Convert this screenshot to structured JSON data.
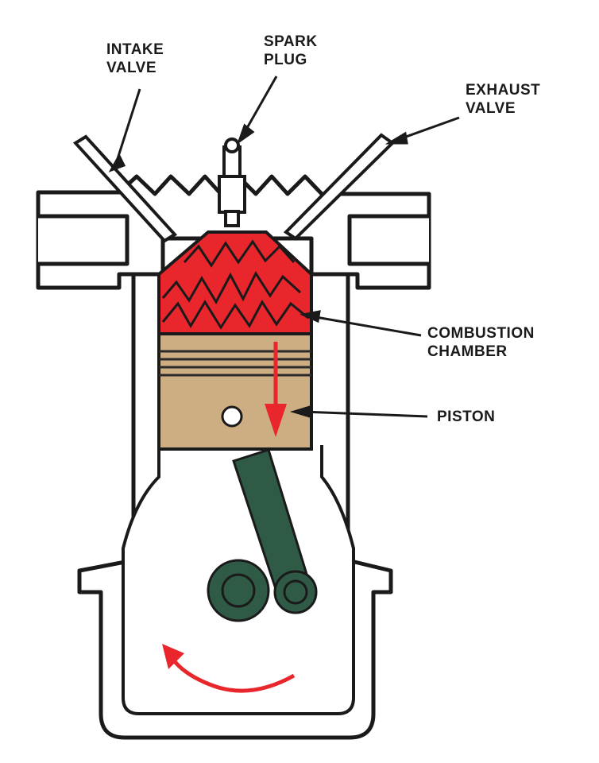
{
  "labels": {
    "intake_valve": [
      "INTAKE",
      "VALVE"
    ],
    "spark_plug": [
      "SPARK",
      "PLUG"
    ],
    "exhaust_valve": [
      "EXHAUST",
      "VALVE"
    ],
    "combustion_chamber": [
      "COMBUSTION",
      "CHAMBER"
    ],
    "piston": [
      "PISTON"
    ]
  },
  "colors": {
    "combustion": "#e8262c",
    "piston": "#cdae82",
    "connecting_rod": "#2f5a46",
    "arrow": "#e8262c",
    "outline": "#1a1a1a"
  },
  "icons": {
    "piston_motion": "arrow-down-icon",
    "crank_rotation": "curved-arrow-counterclockwise-icon"
  }
}
